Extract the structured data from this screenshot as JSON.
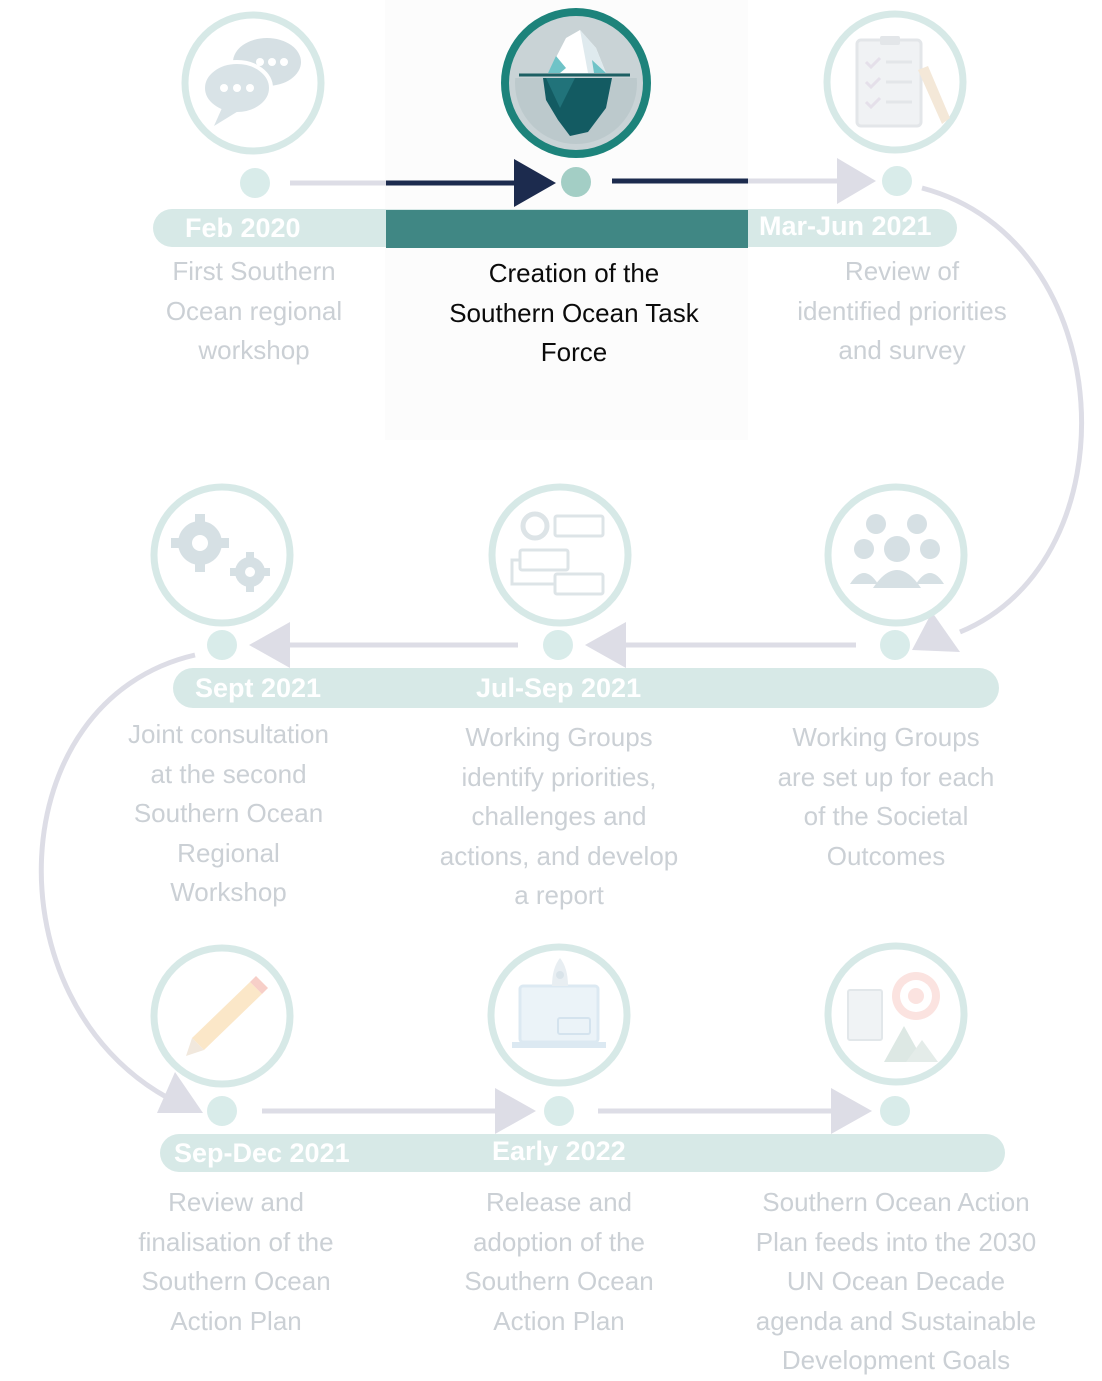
{
  "timeline": {
    "steps": [
      {
        "id": "step-1",
        "date": "Feb 2020",
        "description": [
          "First Southern",
          "Ocean regional",
          "workshop"
        ],
        "icon": "chat-bubbles-icon",
        "active": false
      },
      {
        "id": "step-2",
        "date": "",
        "description": [
          "Creation of the",
          "Southern Ocean Task",
          "Force"
        ],
        "icon": "iceberg-icon",
        "active": true
      },
      {
        "id": "step-3",
        "date": "Mar-Jun 2021",
        "description": [
          "Review of",
          "identified priorities",
          "and survey"
        ],
        "icon": "checklist-clipboard-icon",
        "active": false
      },
      {
        "id": "step-4",
        "date": "",
        "description": [
          "Working Groups",
          "are set up for each",
          "of the Societal",
          "Outcomes"
        ],
        "icon": "group-of-people-icon",
        "active": false
      },
      {
        "id": "step-5",
        "date": "Jul-Sep 2021",
        "description": [
          "Working Groups",
          "identify priorities,",
          "challenges and",
          "actions, and develop",
          "a report"
        ],
        "icon": "process-flow-icon",
        "active": false
      },
      {
        "id": "step-6",
        "date": "Sept 2021",
        "description": [
          "Joint consultation",
          "at the second",
          "Southern Ocean",
          "Regional",
          "Workshop"
        ],
        "icon": "gears-icon",
        "active": false
      },
      {
        "id": "step-7",
        "date": "Sep-Dec 2021",
        "description": [
          "Review and",
          "finalisation of the",
          "Southern Ocean",
          "Action Plan"
        ],
        "icon": "pencil-icon",
        "active": false
      },
      {
        "id": "step-8",
        "date": "Early 2022",
        "description": [
          "Release and",
          "adoption of the",
          "Southern Ocean",
          "Action Plan"
        ],
        "icon": "rocket-launch-icon",
        "active": false
      },
      {
        "id": "step-9",
        "date": "",
        "description": [
          "Southern Ocean Action",
          "Plan feeds into the 2030",
          "UN Ocean Decade",
          "agenda and Sustainable",
          "Development Goals"
        ],
        "icon": "target-goals-icon",
        "active": false
      }
    ]
  },
  "colors": {
    "faded_teal": "#d7e9e7",
    "faded_circle_ring": "#d7e9e7",
    "faded_icon": "#d6e0e4",
    "faded_arrow": "#dddde6",
    "faded_dot": "#d9ecea",
    "active_navy": "#1c2b4e",
    "active_teal": "#408784",
    "active_ring": "#1d837b",
    "active_dot": "#a3cec5",
    "active_text": "#0b0b0b",
    "faded_text": "#cbd0d5"
  }
}
